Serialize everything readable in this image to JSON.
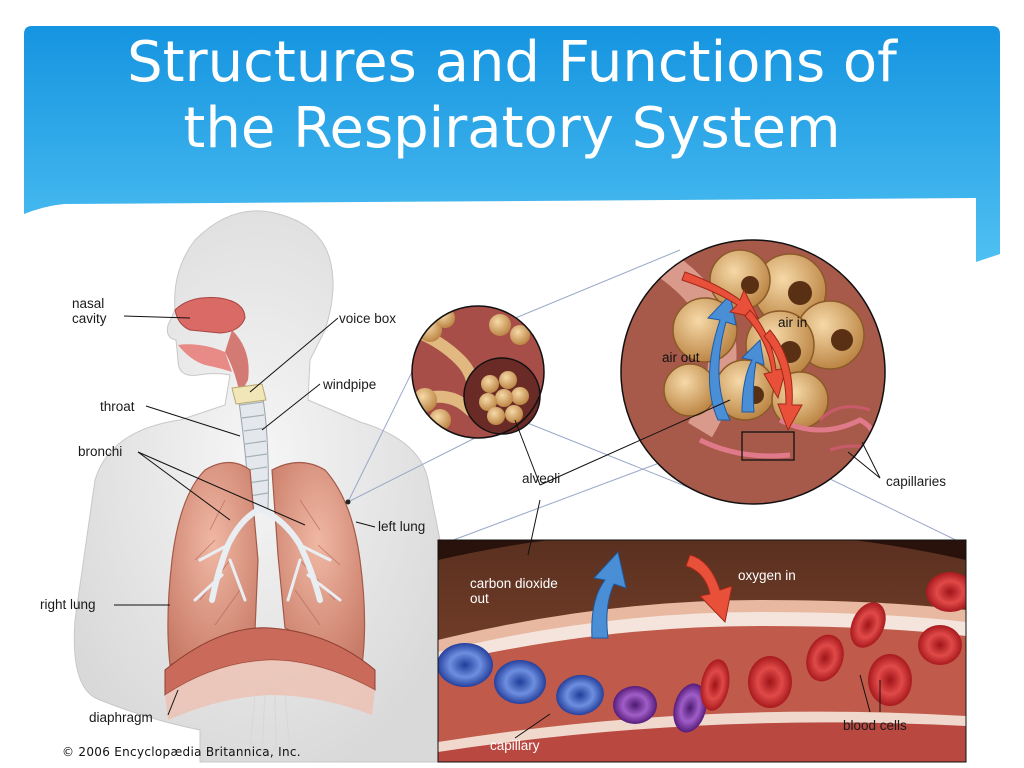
{
  "slide": {
    "title_line1": "Structures and Functions of",
    "title_line2": "the Respiratory System",
    "banner_color": "#1aa3e8"
  },
  "labels": {
    "nasal_cavity": "nasal cavity",
    "voice_box": "voice box",
    "windpipe": "windpipe",
    "throat": "throat",
    "bronchi": "bronchi",
    "left_lung": "left lung",
    "right_lung": "right lung",
    "diaphragm": "diaphragm",
    "alveoli": "alveoli",
    "air_in": "air in",
    "air_out": "air out",
    "capillaries": "capillaries",
    "carbon_dioxide_out": "carbon dioxide out",
    "oxygen_in": "oxygen in",
    "blood_cells": "blood cells",
    "capillary": "capillary"
  },
  "credit": "© 2006 Encyclopædia Britannica, Inc.",
  "colors": {
    "air_out_arrow": "#4a8fd6",
    "air_in_arrow": "#e8503a",
    "lung": "#d9957e",
    "blood_cell": "#c4262a",
    "alveoli": "#d9a866"
  }
}
